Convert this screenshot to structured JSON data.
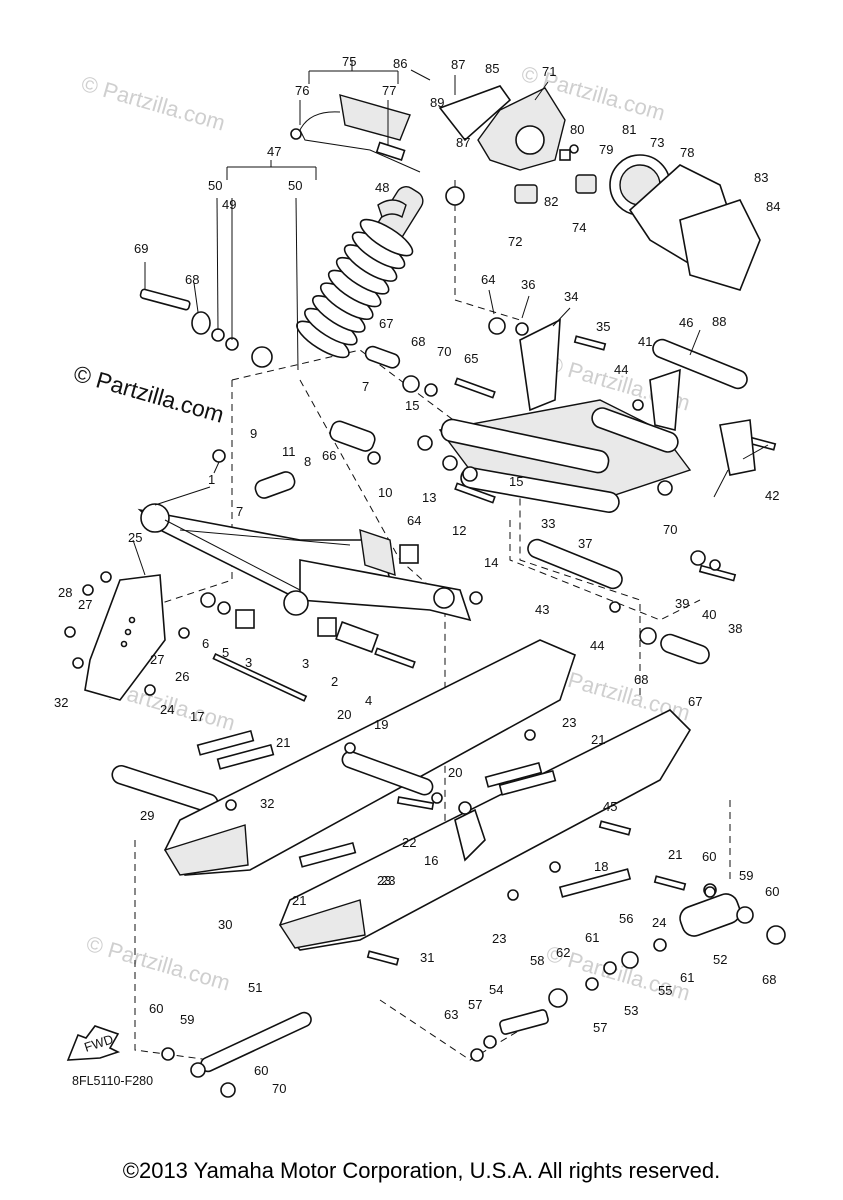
{
  "diagram": {
    "code": "8FL5110-F280",
    "brand_watermark": "© Partzilla.com",
    "faint_watermark": "© Partzilla.com",
    "fwd_label": "FWD",
    "copyright": "©2013 Yamaha Motor Corporation, U.S.A. All rights reserved."
  },
  "callouts": [
    "1",
    "2",
    "3",
    "3",
    "4",
    "5",
    "6",
    "7",
    "7",
    "8",
    "9",
    "10",
    "11",
    "12",
    "13",
    "14",
    "15",
    "15",
    "16",
    "17",
    "18",
    "19",
    "20",
    "20",
    "21",
    "21",
    "21",
    "21",
    "22",
    "23",
    "23",
    "23",
    "23",
    "24",
    "24",
    "25",
    "26",
    "27",
    "27",
    "28",
    "29",
    "30",
    "31",
    "32",
    "32",
    "33",
    "34",
    "35",
    "36",
    "37",
    "38",
    "39",
    "40",
    "41",
    "42",
    "43",
    "44",
    "44",
    "45",
    "46",
    "47",
    "48",
    "49",
    "50",
    "50",
    "51",
    "52",
    "53",
    "54",
    "55",
    "56",
    "57",
    "57",
    "58",
    "59",
    "59",
    "60",
    "60",
    "60",
    "60",
    "61",
    "61",
    "62",
    "63",
    "64",
    "64",
    "65",
    "66",
    "67",
    "67",
    "68",
    "68",
    "68",
    "68",
    "69",
    "70",
    "70",
    "70",
    "71",
    "72",
    "73",
    "74",
    "75",
    "76",
    "77",
    "78",
    "79",
    "80",
    "81",
    "82",
    "83",
    "84",
    "85",
    "86",
    "87",
    "87",
    "88",
    "89"
  ]
}
